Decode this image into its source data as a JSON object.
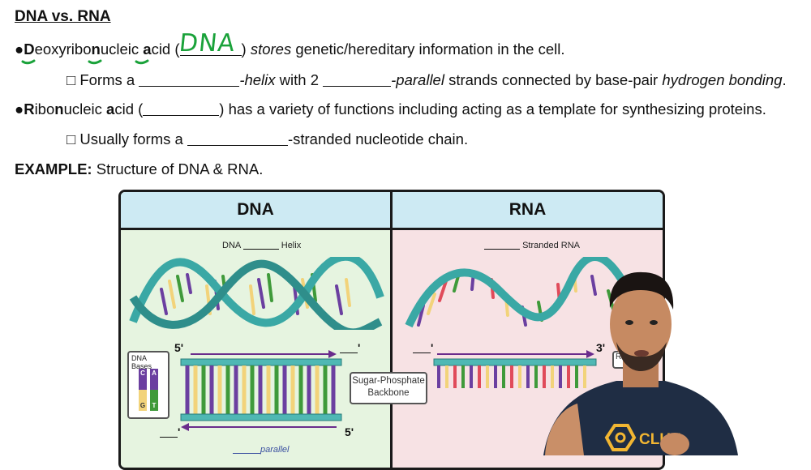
{
  "title": "DNA vs. RNA",
  "bullet1": {
    "marker": "●",
    "letter_d": "D",
    "part_a": "eoxyribo",
    "letter_n": "n",
    "part_b": "ucleic ",
    "letter_a": "a",
    "part_c": "cid (",
    "close": ")",
    "verb": "stores",
    "rest": " genetic/hereditary information in the cell.",
    "handwriting": "DNA"
  },
  "sub1": {
    "box": "□",
    "p1": "Forms a ",
    "helix": "-helix",
    "p2": " with 2 ",
    "parallel": "-parallel",
    "p3": " strands connected by base-pair ",
    "hbond": "hydrogen bonding",
    "end": "."
  },
  "bullet2": {
    "marker": "●",
    "letter_r": "R",
    "part_a": "ibo",
    "letter_n": "n",
    "part_b": "ucleic ",
    "letter_a": "a",
    "part_c": "cid (",
    "rest": ") has a variety of functions including acting as a template for synthesizing proteins."
  },
  "sub2": {
    "box": "□",
    "p1": "Usually forms a ",
    "p2": "-stranded nucleotide chain."
  },
  "example": {
    "label": "EXAMPLE:",
    "text": " Structure of DNA & RNA."
  },
  "diagram": {
    "dna_header": "DNA",
    "rna_header": "RNA",
    "dna_sub_a": "DNA",
    "dna_sub_b": "Helix",
    "rna_sub": "Stranded RNA",
    "dna_top_prime": "5'",
    "dna_top_blank_prime": "'",
    "dna_bottom_blank_prime": "'",
    "dna_bottom_prime": "5'",
    "rna_left_blank_prime": "'",
    "rna_right_prime": "3'",
    "bases_title": "DNA Bases",
    "bases": [
      "C",
      "A",
      "G",
      "T"
    ],
    "backbone_line1": "Sugar-Phosphate",
    "backbone_line2": "Backbone",
    "parallel_label": "parallel",
    "rna_cut_label": "RN",
    "colors": {
      "green_bg": "#e6f4e0",
      "pink_bg": "#f7e2e4",
      "strand": "#3aa8a5",
      "backbone_fill": "#4fb8b4",
      "arrow": "#6a2c8c",
      "base_purple": "#6b3fa0",
      "base_green": "#3f9a3a",
      "base_yellow": "#f2d37a",
      "base_red": "#e04b5a"
    }
  },
  "presenter": {
    "shirt_text": "CLUT"
  }
}
